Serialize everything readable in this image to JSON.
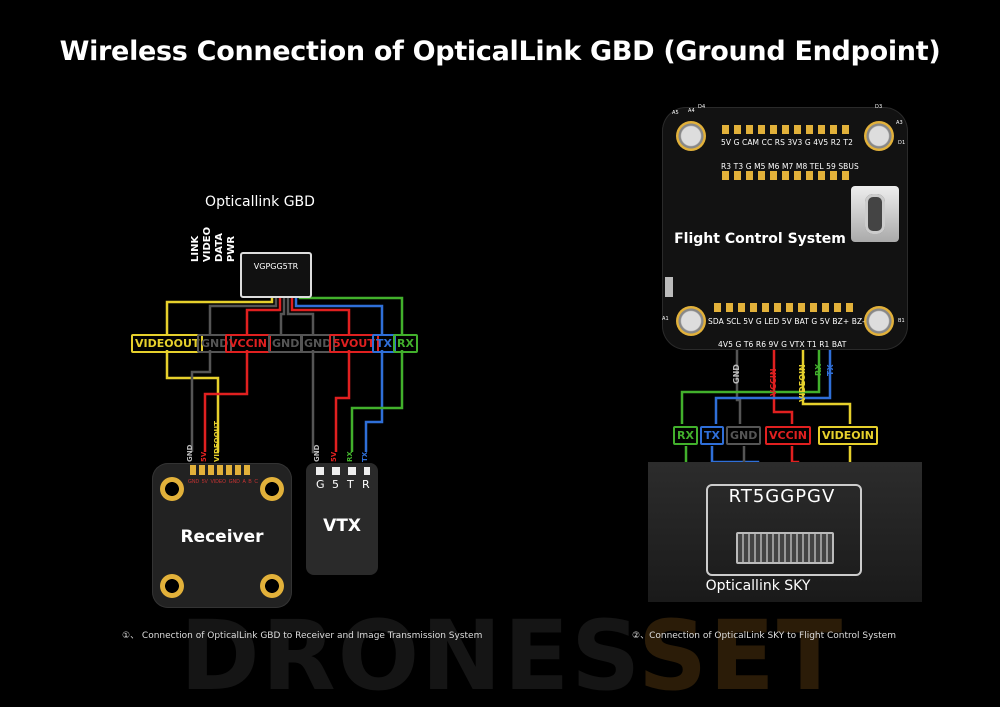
{
  "title": "Wireless Connection of OpticalLink GBD (Ground Endpoint)",
  "gbd": {
    "caption": "Opticallink GBD",
    "chip_label": "VGPGG5TR",
    "indicators": [
      "LINK",
      "VIDEO",
      "DATA",
      "PWR"
    ],
    "breakouts": [
      {
        "label": "VIDEOOUT",
        "color": "#e6d02c"
      },
      {
        "label": "GND",
        "color": "#555555"
      },
      {
        "label": "VCCIN",
        "color": "#e02020"
      },
      {
        "label": "GND",
        "color": "#555555"
      },
      {
        "label": "GND",
        "color": "#555555"
      },
      {
        "label": "5VOUT",
        "color": "#e02020"
      },
      {
        "label": "TX",
        "color": "#2f6fd8"
      },
      {
        "label": "RX",
        "color": "#42b02c"
      }
    ]
  },
  "receiver": {
    "label": "Receiver",
    "wire_tags": [
      "GND",
      "5V",
      "VIDEOOUT"
    ],
    "pin_labels": [
      "GND",
      "5V",
      "VIDEO",
      "GND",
      "A",
      "B",
      "C"
    ]
  },
  "vtx": {
    "label": "VTX",
    "wire_tags": [
      "GND",
      "5V",
      "RX",
      "TX"
    ],
    "pins": [
      "G",
      "5",
      "T",
      "R"
    ]
  },
  "flight_controller": {
    "label": "Flight Control System",
    "corner_marks": [
      "A5",
      "A4",
      "D4",
      "D3",
      "A3",
      "D1",
      "A1",
      "B1"
    ],
    "pad_rows": [
      "5V  G  CAM CC RS 3V3  G  4V5  R2  T2",
      "R3  T3  G  M5  M6  M7  M8 TEL  59  SBUS",
      "SDA SCL 5V  G  LED 5V BAT  G   5V  BZ+ BZ-",
      "4V5  G   T6  R6 9V  G  VTX  T1  R1 BAT"
    ],
    "wire_tags": [
      "GND",
      "VCCIN",
      "VIDEOIN",
      "TX",
      "RX"
    ]
  },
  "sky": {
    "label": "Opticallink SKY",
    "code": "RT5GGPGV",
    "breakouts": [
      {
        "label": "RX",
        "color": "#42b02c"
      },
      {
        "label": "TX",
        "color": "#2f6fd8"
      },
      {
        "label": "GND",
        "color": "#555555"
      },
      {
        "label": "VCCIN",
        "color": "#e02020"
      },
      {
        "label": "VIDEOIN",
        "color": "#e6d02c"
      }
    ]
  },
  "footnotes": {
    "left": "①、 Connection of OpticalLink GBD to Receiver and Image Transmission System",
    "right": "②、Connection of OpticalLink SKY to Flight Control System"
  },
  "watermark": {
    "part1": "DRONES",
    "part2": "SET"
  },
  "colors": {
    "yellow": "#e6d02c",
    "gray": "#555555",
    "red": "#e02020",
    "blue": "#2f6fd8",
    "green": "#42b02c",
    "gold": "#e2b13a"
  }
}
